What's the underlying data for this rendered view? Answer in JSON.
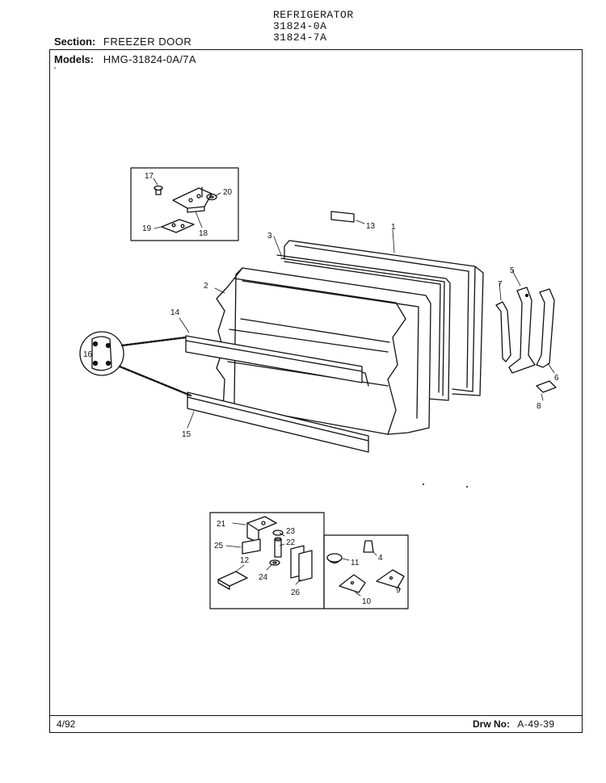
{
  "header": {
    "title": "REFRIGERATOR",
    "model_a": "31824-0A",
    "model_b": "31824-7A"
  },
  "section": {
    "label": "Section:",
    "value": "FREEZER DOOR"
  },
  "models": {
    "label": "Models:",
    "value": "HMG-31824-0A/7A"
  },
  "footer": {
    "date": "4/92",
    "drw_label": "Drw No:",
    "drw_value": "A-49-39"
  },
  "callouts": {
    "c1": "1",
    "c2": "2",
    "c3": "3",
    "c4": "4",
    "c5": "5",
    "c6": "6",
    "c7": "7",
    "c8": "8",
    "c9": "9",
    "c10": "10",
    "c11": "11",
    "c12": "12",
    "c13": "13",
    "c14": "14",
    "c15": "15",
    "c16": "16",
    "c17": "17",
    "c18": "18",
    "c19": "19",
    "c20": "20",
    "c21": "21",
    "c22": "22",
    "c23": "23",
    "c24": "24",
    "c25": "25",
    "c26": "26"
  }
}
